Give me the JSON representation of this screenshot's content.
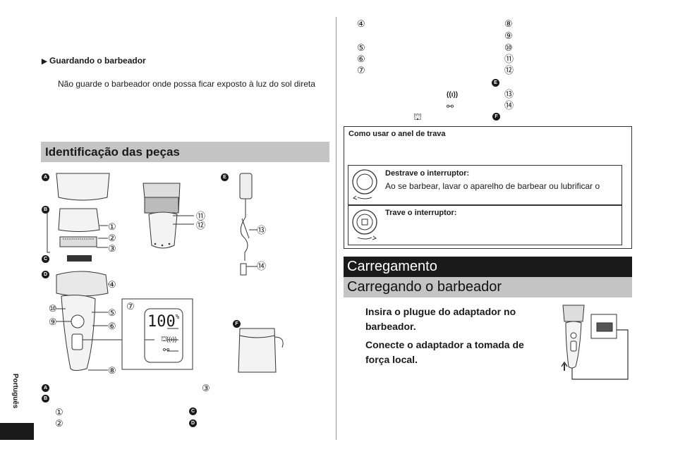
{
  "left": {
    "storage": {
      "heading": "Guardando o barbeador",
      "text": "Não guarde o barbeador onde possa ficar exposto à luz do sol direta"
    },
    "section_title": "Identificação das peças",
    "parts_legend": {
      "a": "A",
      "b": "B",
      "c": "C",
      "d": "D",
      "e": "E",
      "f": "F",
      "n1": "①",
      "n2": "②",
      "n3": "③",
      "n4": "④",
      "n5": "⑤",
      "n6": "⑥",
      "n7": "⑦",
      "n8": "⑧",
      "n9": "⑨",
      "n10": "⑩",
      "n11": "⑪",
      "n12": "⑫",
      "n13": "⑬",
      "n14": "⑭"
    },
    "display_value": "100",
    "display_unit": "%",
    "language_tab": "Português"
  },
  "right": {
    "numbers": [
      "④",
      "⑤",
      "⑥",
      "⑦",
      "⑧",
      "⑨",
      "⑩",
      "⑪",
      "⑫",
      "⑬",
      "⑭"
    ],
    "badge_e": "E",
    "badge_f": "F",
    "lock_box": {
      "title": "Como usar o anel de trava",
      "unlock_title": "Destrave o interruptor:",
      "unlock_text": "Ao se barbear, lavar o aparelho de barbear ou lubrificar o",
      "lock_title": "Trave o interruptor:"
    },
    "chapter_title": "Carregamento",
    "section_title": "Carregando o barbeador",
    "steps": [
      "Insira o plugue do adaptador no barbeador.",
      "Conecte o adaptador a tomada de força local."
    ]
  },
  "colors": {
    "section_grey": "#c4c4c4",
    "dark": "#1a1a1a"
  }
}
